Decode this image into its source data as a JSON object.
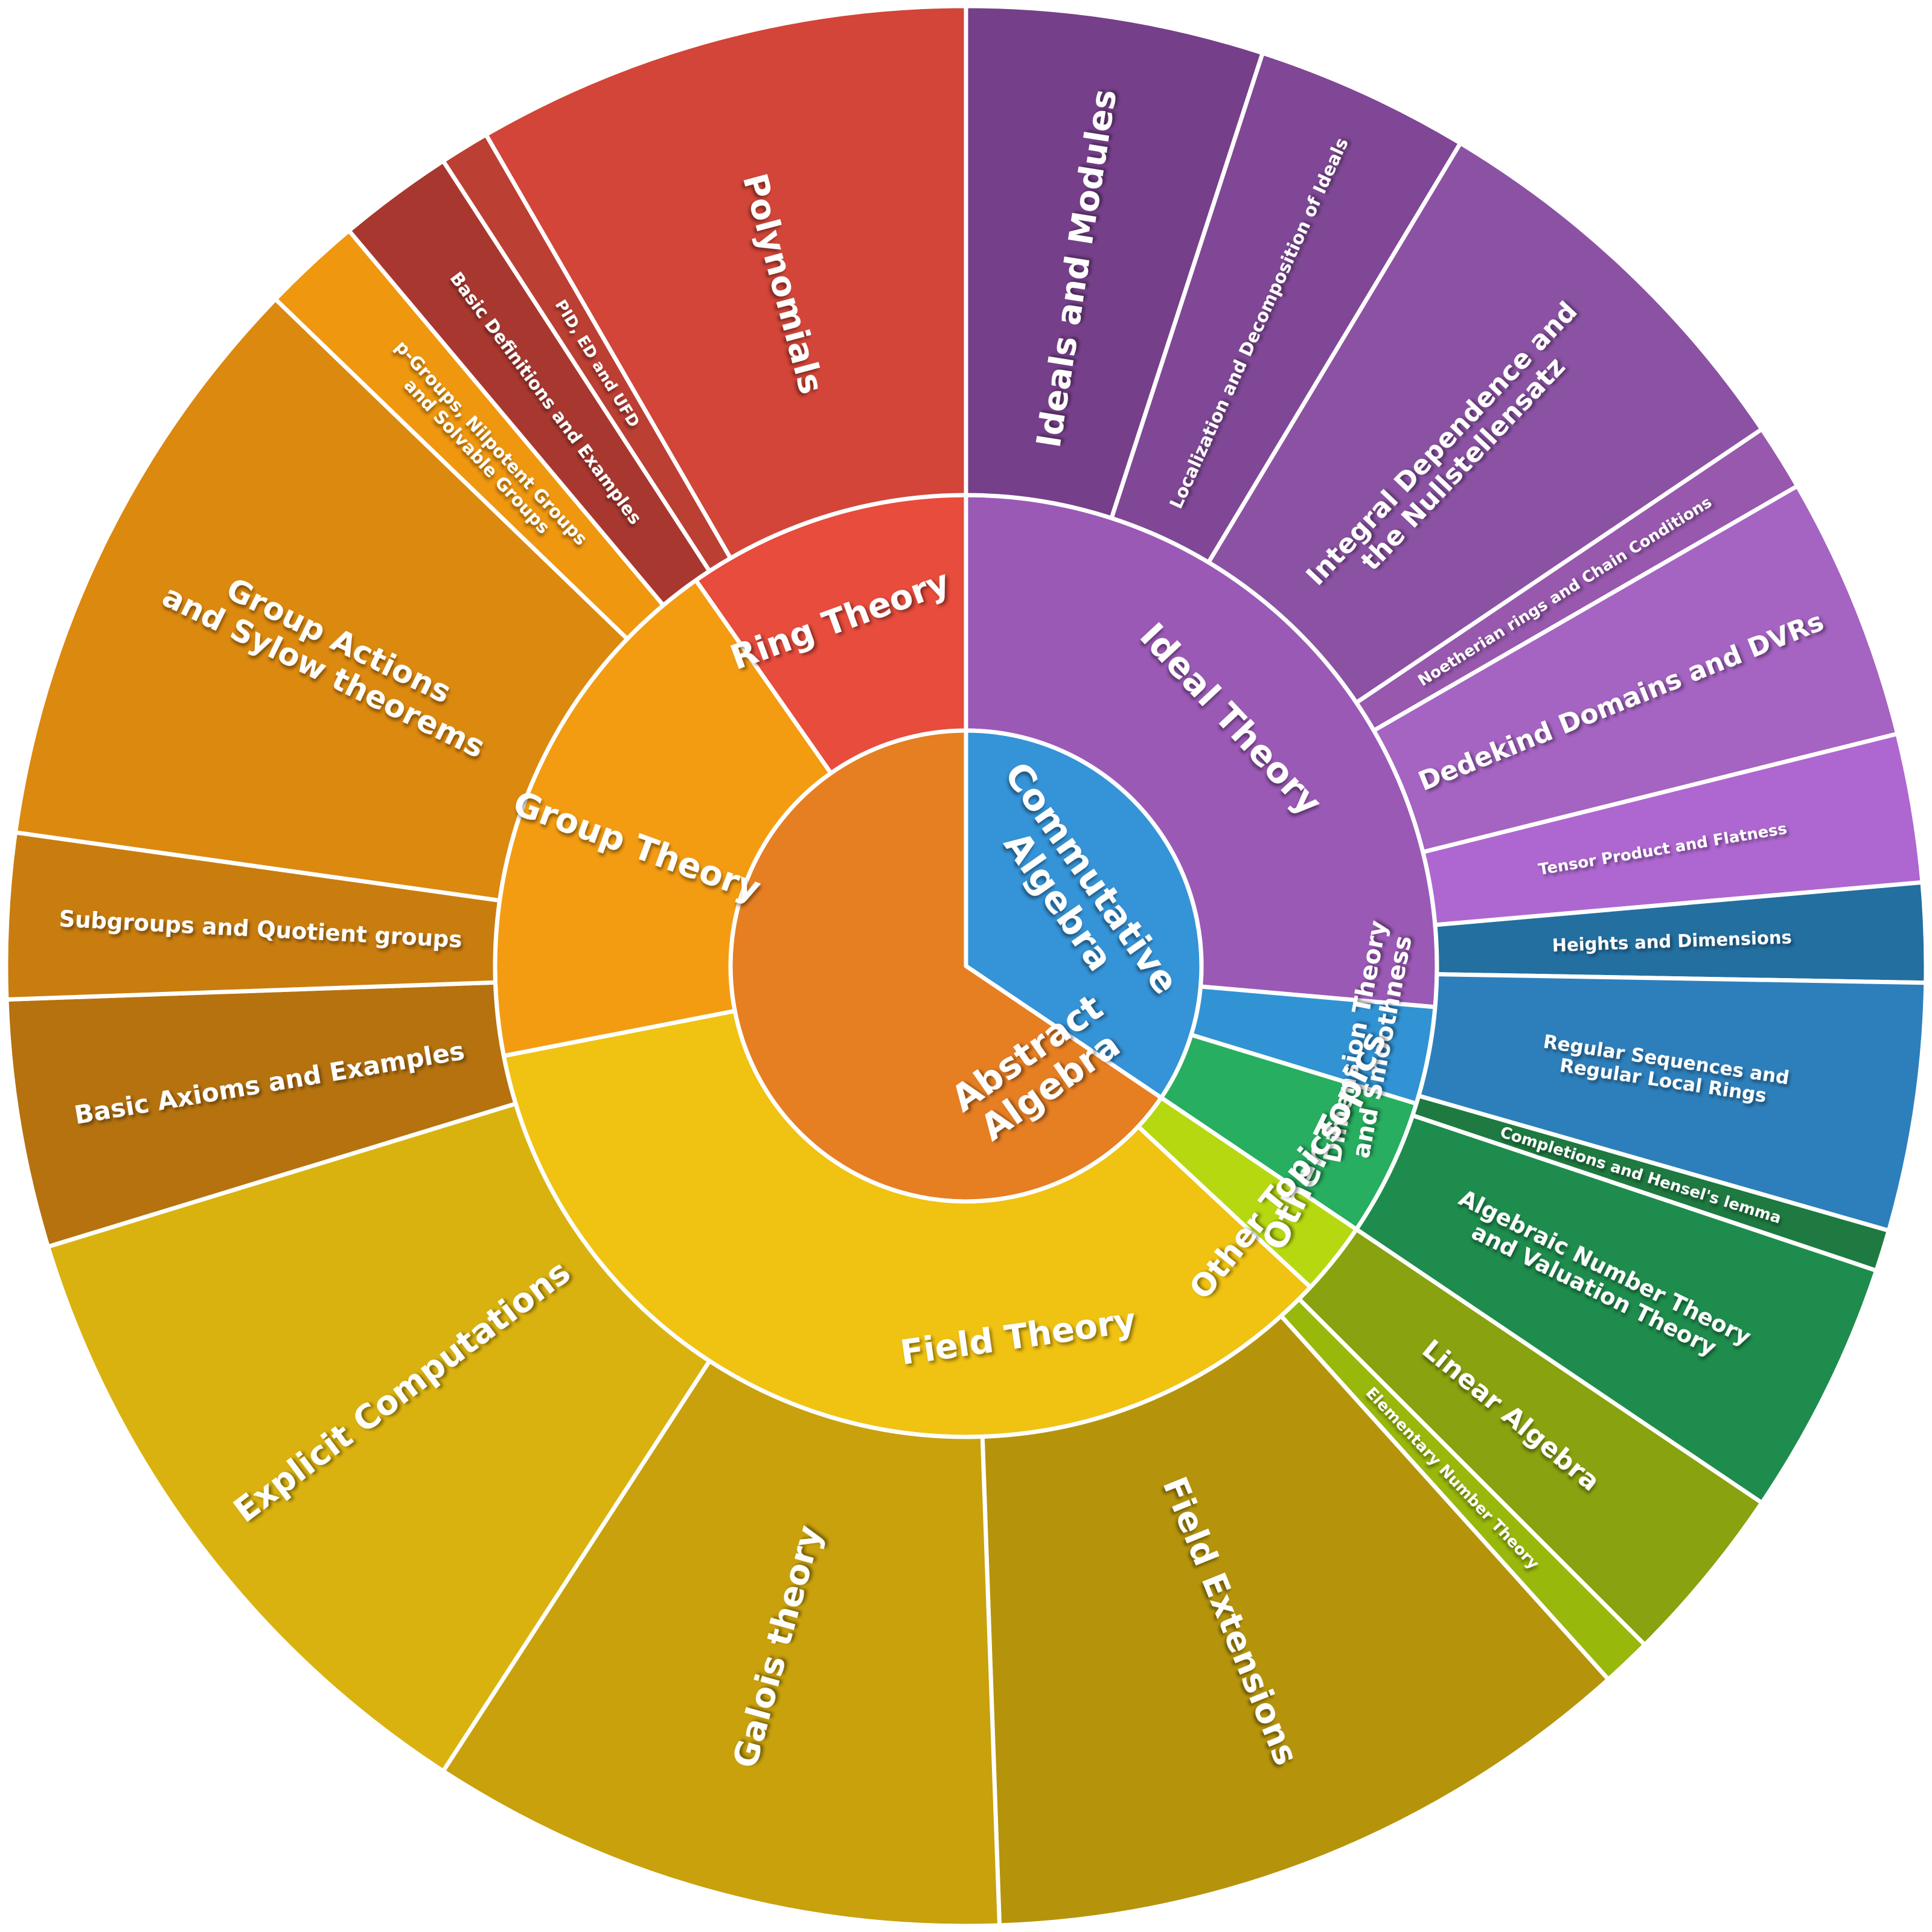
{
  "root": {
    "label": [
      "Abstract",
      "Algebra"
    ],
    "color": "#e67e22",
    "start": 0,
    "end": 360
  },
  "level1": [
    {
      "key": "commutative",
      "label": [
        "Commutative",
        "Algebra"
      ],
      "color": "#3593d7",
      "start": 0,
      "end": 124
    },
    {
      "key": "field",
      "label": [
        "Field Theory"
      ],
      "color": "#f0c211",
      "start": 124,
      "end": 259
    },
    {
      "key": "group",
      "label": [
        "Group Theory"
      ],
      "color": "#f39c12",
      "start": 259,
      "end": 325
    },
    {
      "key": "ring",
      "label": [
        "Ring Theory"
      ],
      "color": "#e74c3c",
      "start": 325,
      "end": 360
    }
  ],
  "level2": [
    {
      "key": "ideal",
      "parent": "commutative",
      "label": [
        "Ideal Theory"
      ],
      "color": "#9b59b6",
      "start": 0,
      "end": 95
    },
    {
      "key": "dimension",
      "parent": "commutative",
      "label": [
        "Dimension Theory",
        "and Smoothness"
      ],
      "color": "#3193d4",
      "start": 95,
      "end": 107,
      "radial": false
    },
    {
      "key": "ca-other",
      "parent": "commutative",
      "label": [
        "Other Topics"
      ],
      "color": "#27ae60",
      "start": 107,
      "end": 124
    },
    {
      "key": "ft-other",
      "parent": "field",
      "label": [
        "Other Topics"
      ],
      "color": "#b6d811",
      "start": 124,
      "end": 133
    },
    {
      "key": "ft-main",
      "parent": "field",
      "label": [
        "Field Theory"
      ],
      "color": "#f0c211",
      "start": 133,
      "end": 259
    },
    {
      "key": "gt-main",
      "parent": "group",
      "label": [
        "Group Theory"
      ],
      "color": "#f39c12",
      "start": 259,
      "end": 325
    },
    {
      "key": "rt-main",
      "parent": "ring",
      "label": [
        "Ring Theory"
      ],
      "color": "#e74c3c",
      "start": 325,
      "end": 360
    }
  ],
  "level3": [
    {
      "label": [
        "Ideals and Modules"
      ],
      "color": "#763f8a",
      "start": 0,
      "end": 18,
      "size": 1.25,
      "radial": true
    },
    {
      "label": [
        "Localization and Decomposition of Ideals"
      ],
      "color": "#7f4795",
      "start": 18,
      "end": 31,
      "size": 0.65,
      "radial": true
    },
    {
      "label": [
        "Integral Dependence and",
        "the Nullstellensatz"
      ],
      "color": "#8b52a4",
      "start": 31,
      "end": 56,
      "size": 1.0,
      "radial": true
    },
    {
      "label": [
        "Noetherian rings and Chain Conditions"
      ],
      "color": "#9758ae",
      "start": 56,
      "end": 60,
      "size": 0.6,
      "radial": true
    },
    {
      "label": [
        "Dedekind Domains and DVRs"
      ],
      "color": "#a563c2",
      "start": 60,
      "end": 76,
      "size": 1.0,
      "radial": true
    },
    {
      "label": [
        "Tensor Product and Flatness"
      ],
      "color": "#ae67d0",
      "start": 76,
      "end": 85,
      "size": 0.6,
      "radial": true
    },
    {
      "label": [
        "Heights and Dimensions"
      ],
      "color": "#236fa0",
      "start": 85,
      "end": 91,
      "size": 0.65,
      "radial": true
    },
    {
      "label": [
        "Regular Sequences and",
        "Regular Local Rings"
      ],
      "color": "#2d7fbb",
      "start": 91,
      "end": 106,
      "size": 0.7,
      "radial": true
    },
    {
      "label": [
        "Completions and Hensel's lemma"
      ],
      "color": "#1e7a40",
      "start": 106,
      "end": 108.5,
      "size": 0.6,
      "radial": true
    },
    {
      "label": [
        "Algebraic Number Theory",
        "and Valuation Theory"
      ],
      "color": "#1e8c4c",
      "start": 108.5,
      "end": 124,
      "size": 0.85,
      "radial": true
    },
    {
      "label": [
        "Linear Algebra"
      ],
      "color": "#89a20f",
      "start": 124,
      "end": 135,
      "size": 1.0,
      "radial": true
    },
    {
      "label": [
        "Elementary Number Theory"
      ],
      "color": "#99b80c",
      "start": 135,
      "end": 138,
      "size": 0.6,
      "radial": true
    },
    {
      "label": [
        "Field Extensions"
      ],
      "color": "#b5940c",
      "start": 138,
      "end": 178,
      "size": 1.25,
      "radial": true
    },
    {
      "label": [
        "Galois theory"
      ],
      "color": "#c8a10c",
      "start": 178,
      "end": 213,
      "size": 1.25,
      "radial": true
    },
    {
      "label": [
        "Explicit Computations"
      ],
      "color": "#dab20f",
      "start": 213,
      "end": 253,
      "size": 1.25,
      "radial": true
    },
    {
      "label": [
        "Basic Axioms and Examples"
      ],
      "color": "#b5720f",
      "start": 253,
      "end": 268,
      "size": 0.95,
      "radial": true
    },
    {
      "label": [
        "Subgroups and Quotient groups"
      ],
      "color": "#c97d0f",
      "start": 268,
      "end": 278,
      "size": 0.85,
      "radial": true
    },
    {
      "label": [
        "Group Actions",
        "and Sylow theorems"
      ],
      "color": "#dc890f",
      "start": 278,
      "end": 314,
      "size": 1.15,
      "radial": true
    },
    {
      "label": [
        "p-Groups, Nilpotent Groups",
        "and Solvable Groups"
      ],
      "color": "#ef970f",
      "start": 314,
      "end": 320,
      "size": 0.65,
      "radial": true
    },
    {
      "label": [
        "Basic Definitions and Examples"
      ],
      "color": "#a8382f",
      "start": 320,
      "end": 327,
      "size": 0.65,
      "radial": true
    },
    {
      "label": [
        "PID, ED and UFD"
      ],
      "color": "#bc3f33",
      "start": 327,
      "end": 330,
      "size": 0.6,
      "radial": true
    },
    {
      "label": [
        "Polynomials"
      ],
      "color": "#d24538",
      "start": 330,
      "end": 360,
      "size": 1.25,
      "radial": true
    }
  ]
}
